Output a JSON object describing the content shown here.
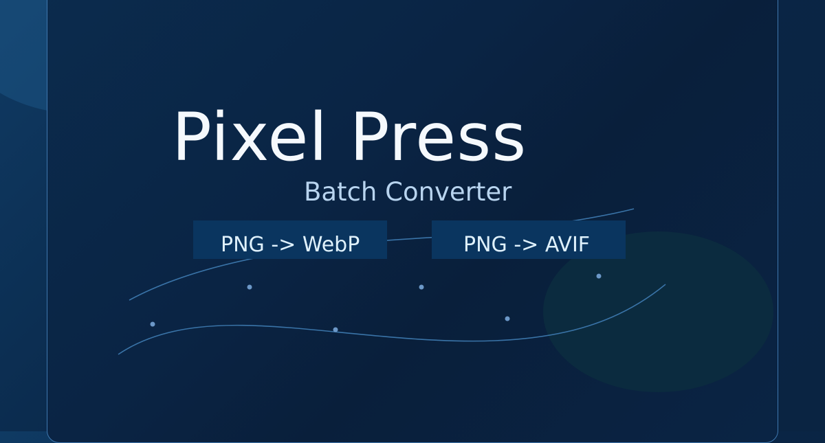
{
  "banner": {
    "title": "Pixel Press",
    "subtitle": "Batch Converter",
    "chips": [
      {
        "label": "PNG -> WebP"
      },
      {
        "label": "PNG -> AVIF"
      }
    ]
  },
  "colors": {
    "background": "#0a2442",
    "frame_border": "#3f78b0",
    "title": "#f5f9fd",
    "subtitle": "#b8d4ef",
    "chip_bg": "#0a355f",
    "chip_text": "#dff1fc",
    "accent_line": "#3a74a8",
    "dot": "#6c98c8"
  }
}
